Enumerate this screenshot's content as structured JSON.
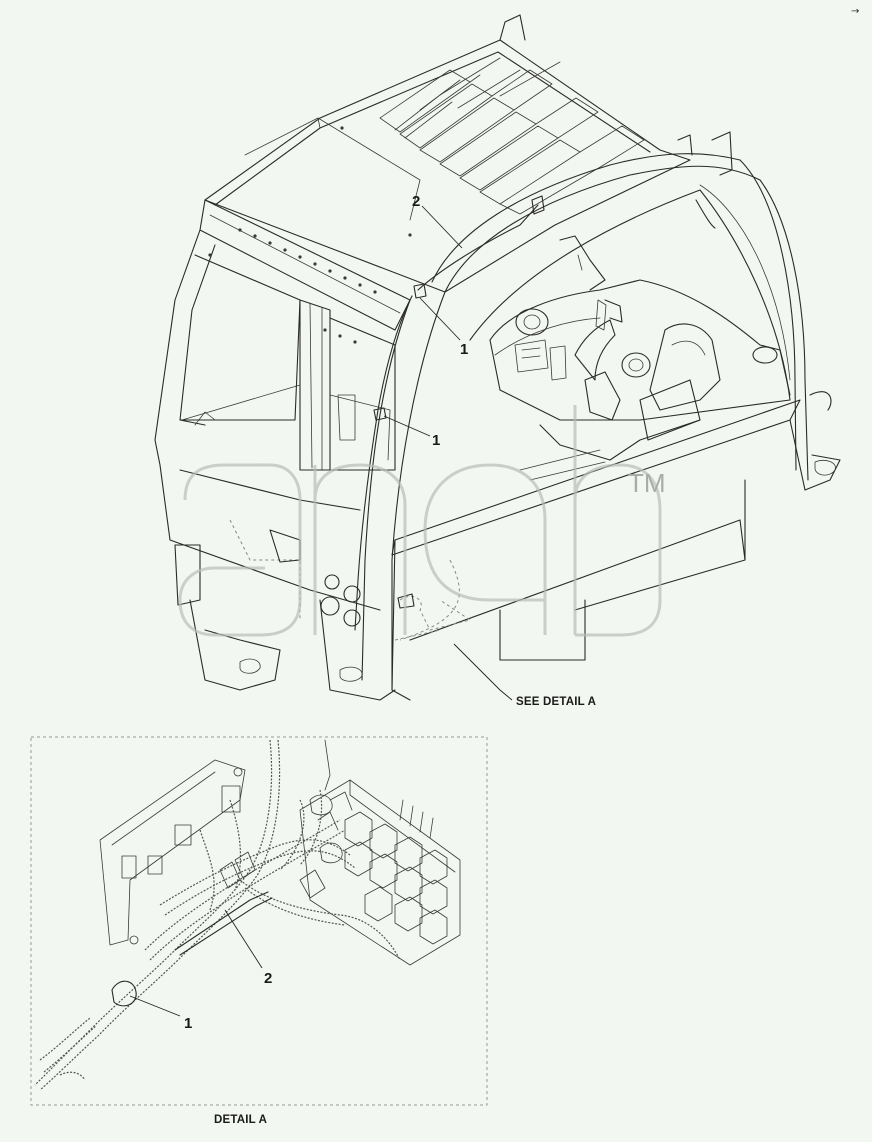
{
  "callouts": {
    "main_item_2": "2",
    "main_item_1_upper": "1",
    "main_item_1_lower": "1",
    "detail_item_2": "2",
    "detail_item_1": "1"
  },
  "see_detail_label": "SEE DETAIL A",
  "detail_caption": "DETAIL A",
  "watermark_mark": "TM",
  "corner_mark": "→"
}
